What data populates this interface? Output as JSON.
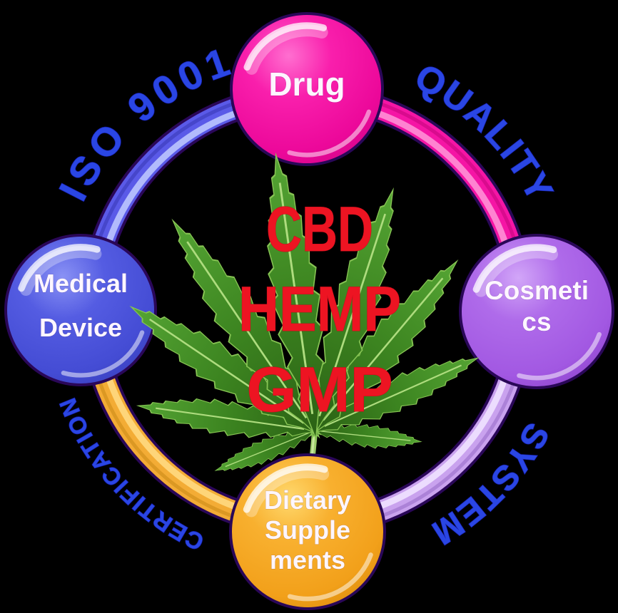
{
  "diagram_title": "CBD HEMP GMP certification ring diagram",
  "background_color": "#000000",
  "center": {
    "lines": [
      "CBD",
      "HEMP",
      "GMP"
    ],
    "text_color": "#ED1422",
    "leaf_icon": "cannabis-leaf"
  },
  "ring_labels": [
    {
      "text": "ISO 9001"
    },
    {
      "text": "QUALITY"
    },
    {
      "text": "SYSTEM"
    },
    {
      "text": "CERTIFICATION"
    }
  ],
  "ring_label_color": "#2A46E4",
  "ring_segments": [
    {
      "name": "top-left",
      "color": "#5A5AE8"
    },
    {
      "name": "top-right",
      "color": "#F515A5"
    },
    {
      "name": "bottom-right",
      "color": "#C9A2EE"
    },
    {
      "name": "bottom-left",
      "color": "#F3AC35"
    }
  ],
  "nodes": [
    {
      "id": "drug",
      "label_lines": [
        "Drug"
      ],
      "color": "#EF0D9E"
    },
    {
      "id": "cosmetics",
      "label_lines": [
        "Cosmeti",
        "cs"
      ],
      "color": "#A95CE5"
    },
    {
      "id": "dietary-supplements",
      "label_lines": [
        "Dietary",
        "Supple",
        "ments"
      ],
      "color": "#F5A623"
    },
    {
      "id": "medical-device",
      "label_lines": [
        "Medical",
        "Device"
      ],
      "color": "#4A50D8"
    }
  ]
}
